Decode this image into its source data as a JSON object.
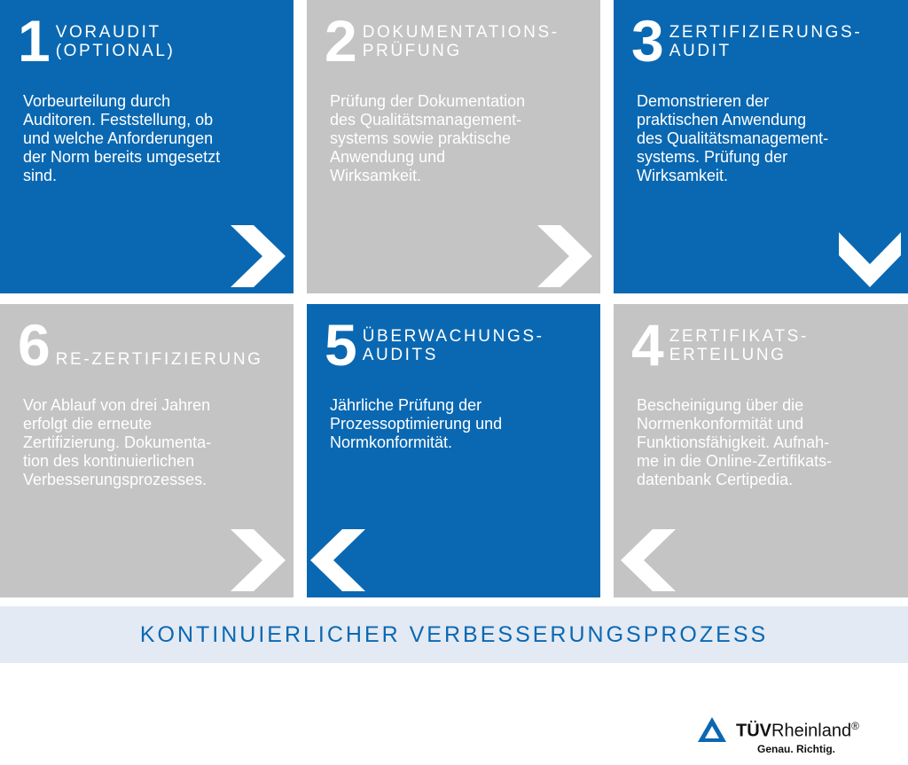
{
  "tiles": [
    {
      "number": "1",
      "title": "Voraudit\n(optional)",
      "body": "Vorbeurteilung durch\nAuditoren. Feststellung, ob\nund welche Anforderungen\nder Norm bereits umgesetzt\nsind.",
      "arrow": "chevron-right"
    },
    {
      "number": "2",
      "title": "Dokumentations-\nprüfung",
      "body": "Prüfung der Dokumentation\ndes Qualitätsmanagement-\nsystems sowie praktische\nAnwendung und\nWirksamkeit.",
      "arrow": "chevron-right"
    },
    {
      "number": "3",
      "title": "Zertifizierungs-\naudit",
      "body": "Demonstrieren der\npraktischen Anwendung\ndes Qualitätsmanagement-\nsystems. Prüfung der\nWirksamkeit.",
      "arrow": "chevron-down"
    },
    {
      "number": "6",
      "title": "Re-Zertifizierung",
      "body": "Vor Ablauf von drei Jahren\nerfolgt die erneute\nZertifizierung. Dokumenta-\ntion des kontinuierlichen\nVerbesserungsprozesses.",
      "arrow": "chevron-right"
    },
    {
      "number": "5",
      "title": "Überwachungs-\naudits",
      "body": "Jährliche Prüfung der\nProzessoptimierung und\nNormkonformität.",
      "arrow": "chevron-left"
    },
    {
      "number": "4",
      "title": "Zertifikats-\nerteilung",
      "body": "Bescheinigung über die\nNormenkonformität und\nFunktionsfähigkeit. Aufnah-\nme in die Online-Zertifikats-\ndatenbank Certipedia.",
      "arrow": "chevron-left"
    }
  ],
  "banner": {
    "text": "Kontinuierlicher Verbesserungsprozess"
  },
  "logo": {
    "brand_bold": "TÜV",
    "brand_regular": "Rheinland",
    "registered": "®",
    "slogan": "Genau. Richtig."
  },
  "colors": {
    "blue": "#0a68b2",
    "gray": "#c4c4c4",
    "banner_bg": "#e3eaf3"
  }
}
